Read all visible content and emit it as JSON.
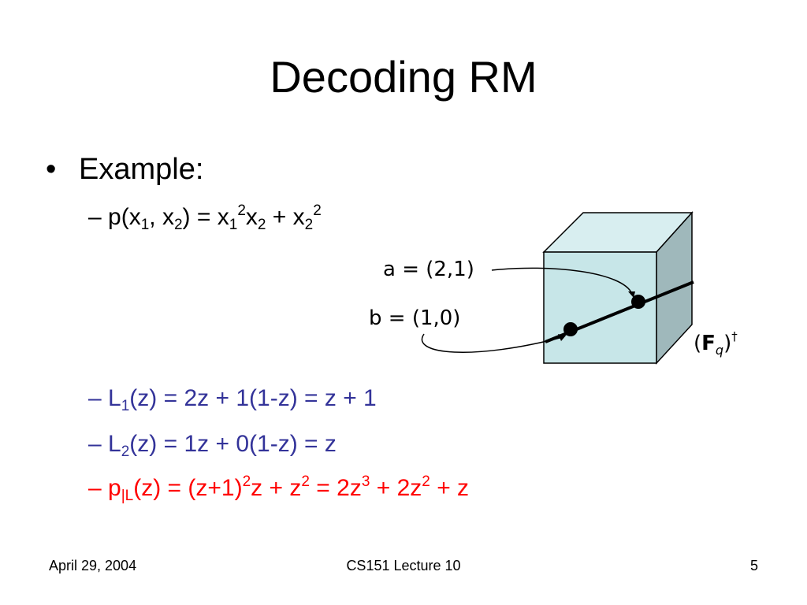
{
  "slide": {
    "title": "Decoding RM",
    "bullet": {
      "marker": "•",
      "text": "Example:"
    },
    "polynomial": {
      "dash": "–",
      "p": "p(x",
      "s1": "1",
      "comma": ", x",
      "s2": "2",
      "eq": ") = x",
      "s3": "1",
      "e1": "2",
      "x2": "x",
      "s4": "2",
      "plus": " + x",
      "s5": "2",
      "e2": "2"
    },
    "points": {
      "a_label": "a = (2,1)",
      "b_label": "b = (1,0)"
    },
    "field": {
      "open": "(",
      "F": "F",
      "q": "q",
      "close": ")",
      "dagger": "†"
    },
    "lines": {
      "l1_dash": "– L",
      "l1_sub": "1",
      "l1_rest": "(z) = 2z + 1(1-z) = z + 1",
      "l2_dash": "– L",
      "l2_sub": "2",
      "l2_rest": "(z) = 1z + 0(1-z) = z",
      "p_dash": "– p",
      "p_sub": "|L",
      "p_a": "(z) = (z+1)",
      "p_e1": "2",
      "p_b": "z + z",
      "p_e2": "2",
      "p_c": " = 2z",
      "p_e3": "3",
      "p_d": " + 2z",
      "p_e4": "2",
      "p_e": " + z"
    },
    "footer": {
      "date": "April 29, 2004",
      "course": "CS151 Lecture 10",
      "page": "5"
    }
  },
  "colors": {
    "blue_text": "#333399",
    "red_text": "#ff0000",
    "cube_front": "#c7e6e8",
    "cube_top": "#d8eef0",
    "cube_side": "#9fb8bb"
  }
}
